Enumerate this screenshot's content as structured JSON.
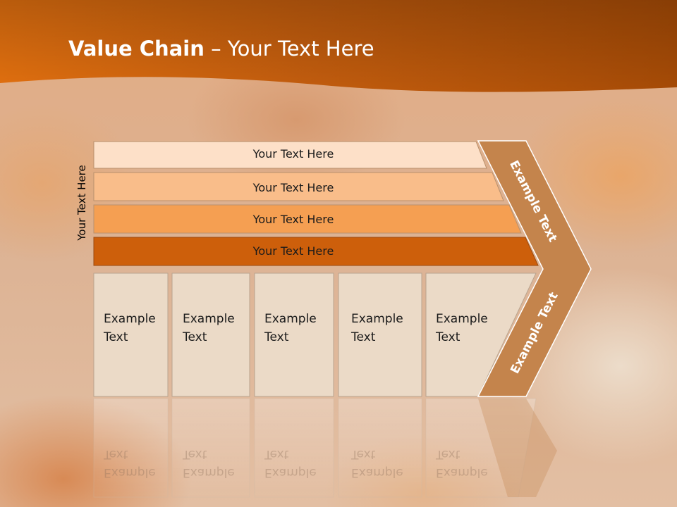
{
  "slide": {
    "title_bold": "Value Chain",
    "title_rest": " – Your Text Here",
    "side_label": "Your Text Here"
  },
  "colors": {
    "header": "#c8610f",
    "band1": "#fde0c8",
    "band2": "#f9bd8a",
    "band3": "#f59f52",
    "band4": "#cd5f0b",
    "box_fill": "#ebdac7",
    "chevron": "#c4844c"
  },
  "bands": [
    {
      "label": "Your Text Here"
    },
    {
      "label": "Your Text Here"
    },
    {
      "label": "Your Text Here"
    },
    {
      "label": "Your Text Here"
    }
  ],
  "boxes": [
    {
      "label": "Example\nText"
    },
    {
      "label": "Example\nText"
    },
    {
      "label": "Example\nText"
    },
    {
      "label": "Example\nText"
    },
    {
      "label": "Example\nText"
    }
  ],
  "chevron": {
    "upper_label": "Example Text",
    "lower_label": "Example Text"
  }
}
